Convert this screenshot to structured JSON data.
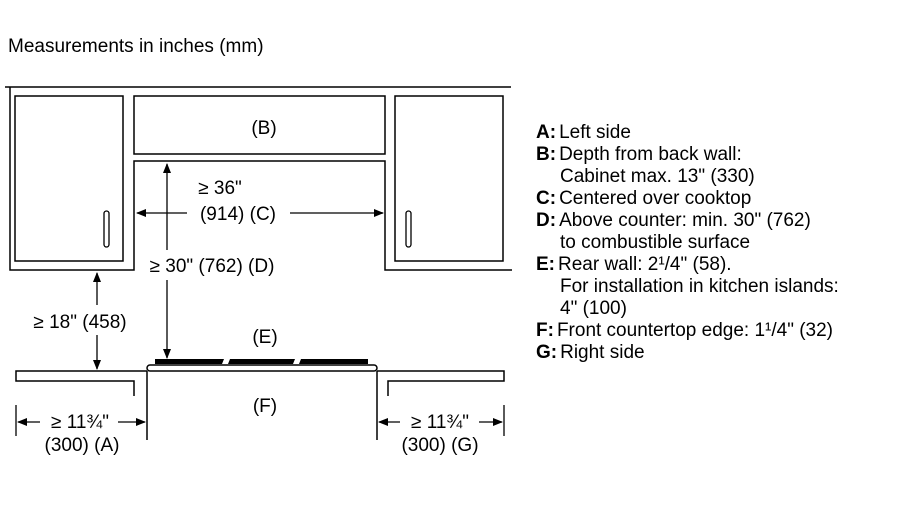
{
  "caption": "Measurements in inches (mm)",
  "labels": {
    "b": "(B)",
    "c_top": "≥ 36\"",
    "c_bottom": "(914) (C)",
    "d": "≥ 30\" (762) (D)",
    "e": "(E)",
    "f": "(F)",
    "left_clear": "≥ 18\" (458)",
    "a_top": "≥ 11¾\"",
    "a_bottom": "(300) (A)",
    "g_top": "≥ 11¾\"",
    "g_bottom": "(300) (G)"
  },
  "legend": [
    {
      "key": "A:",
      "lines": [
        "Left side"
      ]
    },
    {
      "key": "B:",
      "lines": [
        "Depth from back wall:",
        "Cabinet max. 13\" (330)"
      ]
    },
    {
      "key": "C:",
      "lines": [
        "Centered over cooktop"
      ]
    },
    {
      "key": "D:",
      "lines": [
        "Above counter: min. 30\" (762)",
        "to combustible surface"
      ]
    },
    {
      "key": "E:",
      "lines": [
        "Rear wall: 2¹/4\" (58).",
        "For installation in kitchen islands:",
        "4\" (100)"
      ]
    },
    {
      "key": "F:",
      "lines": [
        "Front countertop edge: 1¹/4\" (32)"
      ]
    },
    {
      "key": "G:",
      "lines": [
        "Right side"
      ]
    }
  ]
}
